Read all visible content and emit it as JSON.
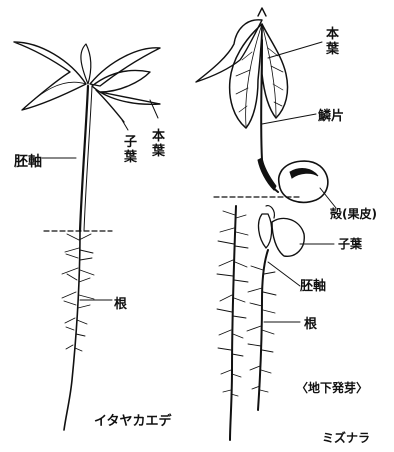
{
  "left_plant": {
    "name": "イタヤカエデ",
    "labels": {
      "hypocotyl": "胚軸",
      "cotyledon": "子\n葉",
      "true_leaf": "本\n葉",
      "root": "根"
    }
  },
  "right_plant": {
    "name": "ミズナラ",
    "germination_type": "〈地下発芽〉",
    "labels": {
      "true_leaf": "本\n葉",
      "scale_leaf": "鱗片",
      "shell": "殻(果皮)",
      "cotyledon": "子葉",
      "hypocotyl": "胚軸",
      "root": "根"
    }
  }
}
